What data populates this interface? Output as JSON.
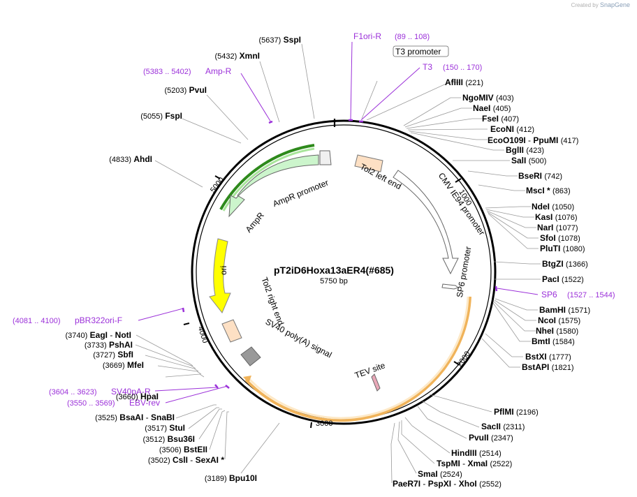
{
  "credit": {
    "created_by": "Created by",
    "app": "SnapGene"
  },
  "plasmid": {
    "name": "pT2iD6Hoxa13aER4(#685)",
    "size": "5750 bp"
  },
  "ticks": [
    "1000",
    "2000",
    "3000",
    "4000",
    "5000"
  ],
  "enzymes": [
    {
      "name": "SspI",
      "pos": "(5637)"
    },
    {
      "name": "XmnI",
      "pos": "(5432)"
    },
    {
      "name": "PvuI",
      "pos": "(5203)"
    },
    {
      "name": "FspI",
      "pos": "(5055)"
    },
    {
      "name": "AhdI",
      "pos": "(4833)"
    },
    {
      "name": "AflIII",
      "pos": "(221)"
    },
    {
      "name": "NgoMIV",
      "pos": "(403)"
    },
    {
      "name": "NaeI",
      "pos": "(405)"
    },
    {
      "name": "FseI",
      "pos": "(407)"
    },
    {
      "name": "EcoNI",
      "pos": "(412)"
    },
    {
      "name": "EcoO109I",
      "sep": "-",
      "name2": "PpuMI",
      "pos": "(417)"
    },
    {
      "name": "BglII",
      "pos": "(423)"
    },
    {
      "name": "SalI",
      "pos": "(500)"
    },
    {
      "name": "BseRI",
      "pos": "(742)"
    },
    {
      "name": "MscI *",
      "pos": "(863)"
    },
    {
      "name": "NdeI",
      "pos": "(1050)"
    },
    {
      "name": "KasI",
      "pos": "(1076)"
    },
    {
      "name": "NarI",
      "pos": "(1077)"
    },
    {
      "name": "SfoI",
      "pos": "(1078)"
    },
    {
      "name": "PluTI",
      "pos": "(1080)"
    },
    {
      "name": "BtgZI",
      "pos": "(1366)"
    },
    {
      "name": "PacI",
      "pos": "(1522)"
    },
    {
      "name": "BamHI",
      "pos": "(1571)"
    },
    {
      "name": "NcoI",
      "pos": "(1575)"
    },
    {
      "name": "NheI",
      "pos": "(1580)"
    },
    {
      "name": "BmtI",
      "pos": "(1584)"
    },
    {
      "name": "BstXI",
      "pos": "(1777)"
    },
    {
      "name": "BstAPI",
      "pos": "(1821)"
    },
    {
      "name": "PflMI",
      "pos": "(2196)"
    },
    {
      "name": "SacII",
      "pos": "(2311)"
    },
    {
      "name": "PvuII",
      "pos": "(2347)"
    },
    {
      "name": "HindIII",
      "pos": "(2514)"
    },
    {
      "name": "TspMI",
      "sep": "-",
      "name2": "XmaI",
      "pos": "(2522)"
    },
    {
      "name": "SmaI",
      "pos": "(2524)"
    },
    {
      "name": "PaeR7I",
      "sep": "-",
      "name2": "PspXI",
      "sep2": "-",
      "name3": "XhoI",
      "pos": "(2552)"
    },
    {
      "name": "Bpu10I",
      "pos": "(3189)"
    },
    {
      "name": "CslI",
      "sep": "-",
      "name2": "SexAI *",
      "pos": "(3502)"
    },
    {
      "name": "BstEII",
      "pos": "(3506)"
    },
    {
      "name": "Bsu36I",
      "pos": "(3512)"
    },
    {
      "name": "StuI",
      "pos": "(3517)"
    },
    {
      "name": "BsaAI",
      "sep": "-",
      "name2": "SnaBI",
      "pos": "(3525)"
    },
    {
      "name": "HpaI",
      "pos": "(3660)"
    },
    {
      "name": "MfeI",
      "pos": "(3669)"
    },
    {
      "name": "SbfI",
      "pos": "(3727)"
    },
    {
      "name": "PshAI",
      "pos": "(3733)"
    },
    {
      "name": "EagI",
      "sep": "-",
      "name2": "NotI",
      "pos": "(3740)"
    }
  ],
  "primers": [
    {
      "name": "F1ori-R",
      "range": "(89 .. 108)"
    },
    {
      "name": "T3",
      "range": "(150 .. 170)"
    },
    {
      "name": "Amp-R",
      "range": "(5383 .. 5402)"
    },
    {
      "name": "SP6",
      "range": "(1527 .. 1544)"
    },
    {
      "name": "pBR322ori-F",
      "range": "(4081 .. 4100)"
    },
    {
      "name": "SV40pA-R",
      "range": "(3604 .. 3623)"
    },
    {
      "name": "EBV-rev",
      "range": "(3550 .. 3569)"
    }
  ],
  "boxed_labels": [
    {
      "name": "T3 promoter"
    }
  ],
  "features": [
    {
      "name": "AmpR promoter",
      "color": "#f0f0f0"
    },
    {
      "name": "AmpR",
      "color": "#ccf5cc"
    },
    {
      "name": "Tol2 left end",
      "color": "#fde0c4"
    },
    {
      "name": "CMV IE94 promoter",
      "color": "#ffffff"
    },
    {
      "name": "SP6 promoter",
      "color": "#ffffff"
    },
    {
      "name": "ori",
      "color": "#ffff00"
    },
    {
      "name": "Tol2 right end",
      "color": "#fde0c4"
    },
    {
      "name": "SV40 poly(A) signal",
      "color": "#999999"
    },
    {
      "name": "TEV site",
      "color": "#e8a7b7"
    }
  ],
  "colors": {
    "primer": "#9b30d9",
    "enzyme": "#000000",
    "backbone": "#000000",
    "highlight_orange": "#f0b35a",
    "highlight_green": "#2e8a1c"
  }
}
